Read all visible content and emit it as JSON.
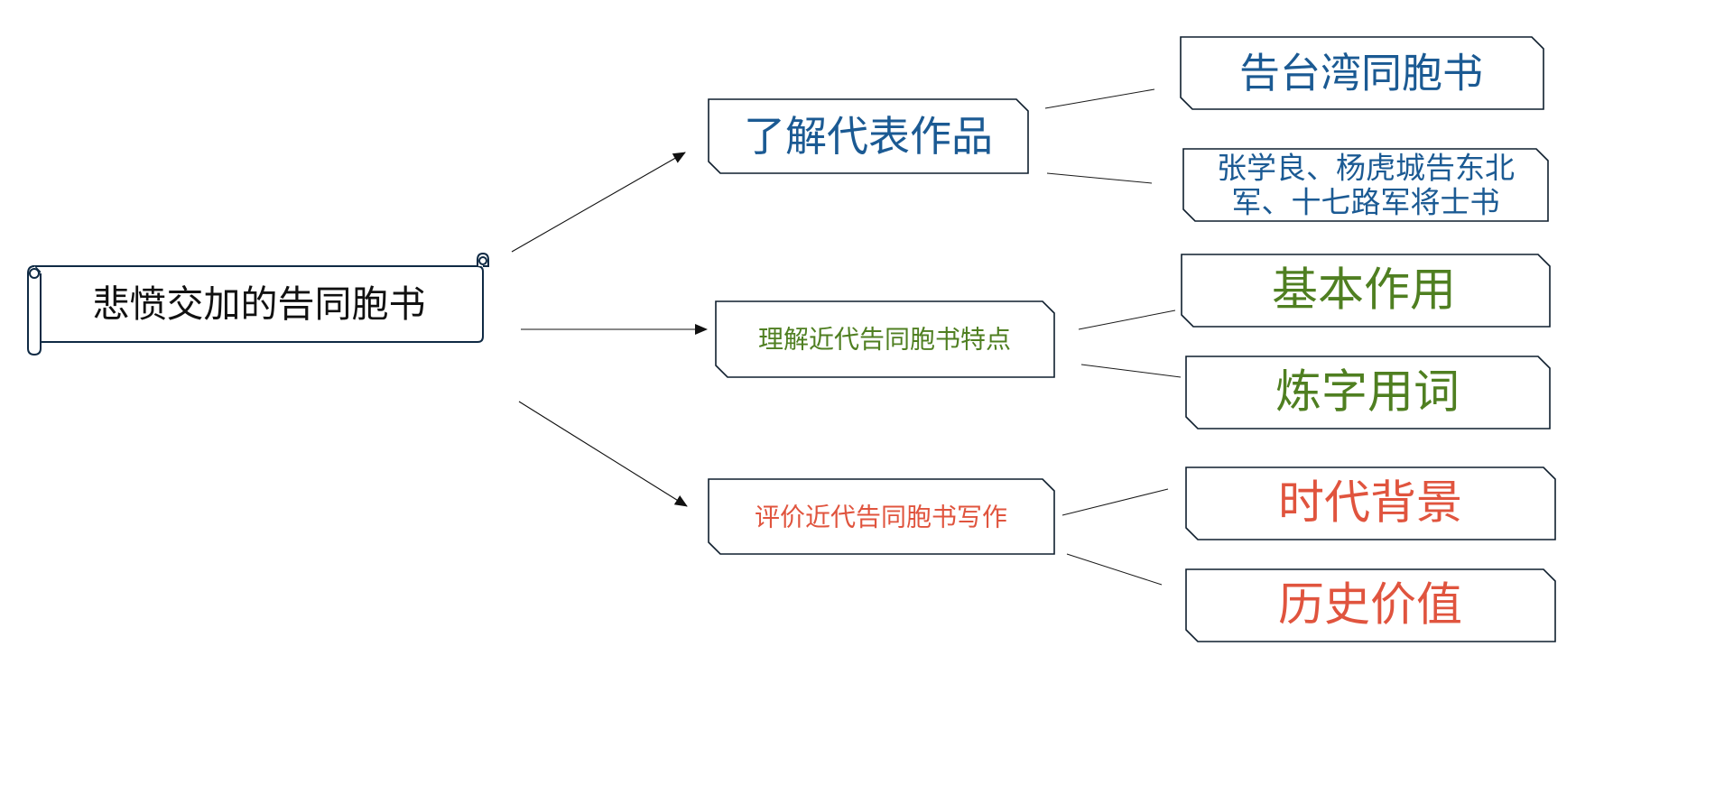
{
  "colors": {
    "root_text": "#111111",
    "blue": "#1b5a93",
    "green": "#4f7f21",
    "red": "#e0543e",
    "outline": "#0f1f2e"
  },
  "root": {
    "label": "悲愤交加的告同胞书"
  },
  "branches": [
    {
      "label": "了解代表作品",
      "color": "blue",
      "leaves": [
        {
          "label": "告台湾同胞书"
        },
        {
          "line1": "张学良、杨虎城告东北",
          "line2": "军、十七路军将士书"
        }
      ]
    },
    {
      "label": "理解近代告同胞书特点",
      "color": "green",
      "leaves": [
        {
          "label": "基本作用"
        },
        {
          "label": "炼字用词"
        }
      ]
    },
    {
      "label": "评价近代告同胞书写作",
      "color": "red",
      "leaves": [
        {
          "label": "时代背景"
        },
        {
          "label": "历史价值"
        }
      ]
    }
  ]
}
